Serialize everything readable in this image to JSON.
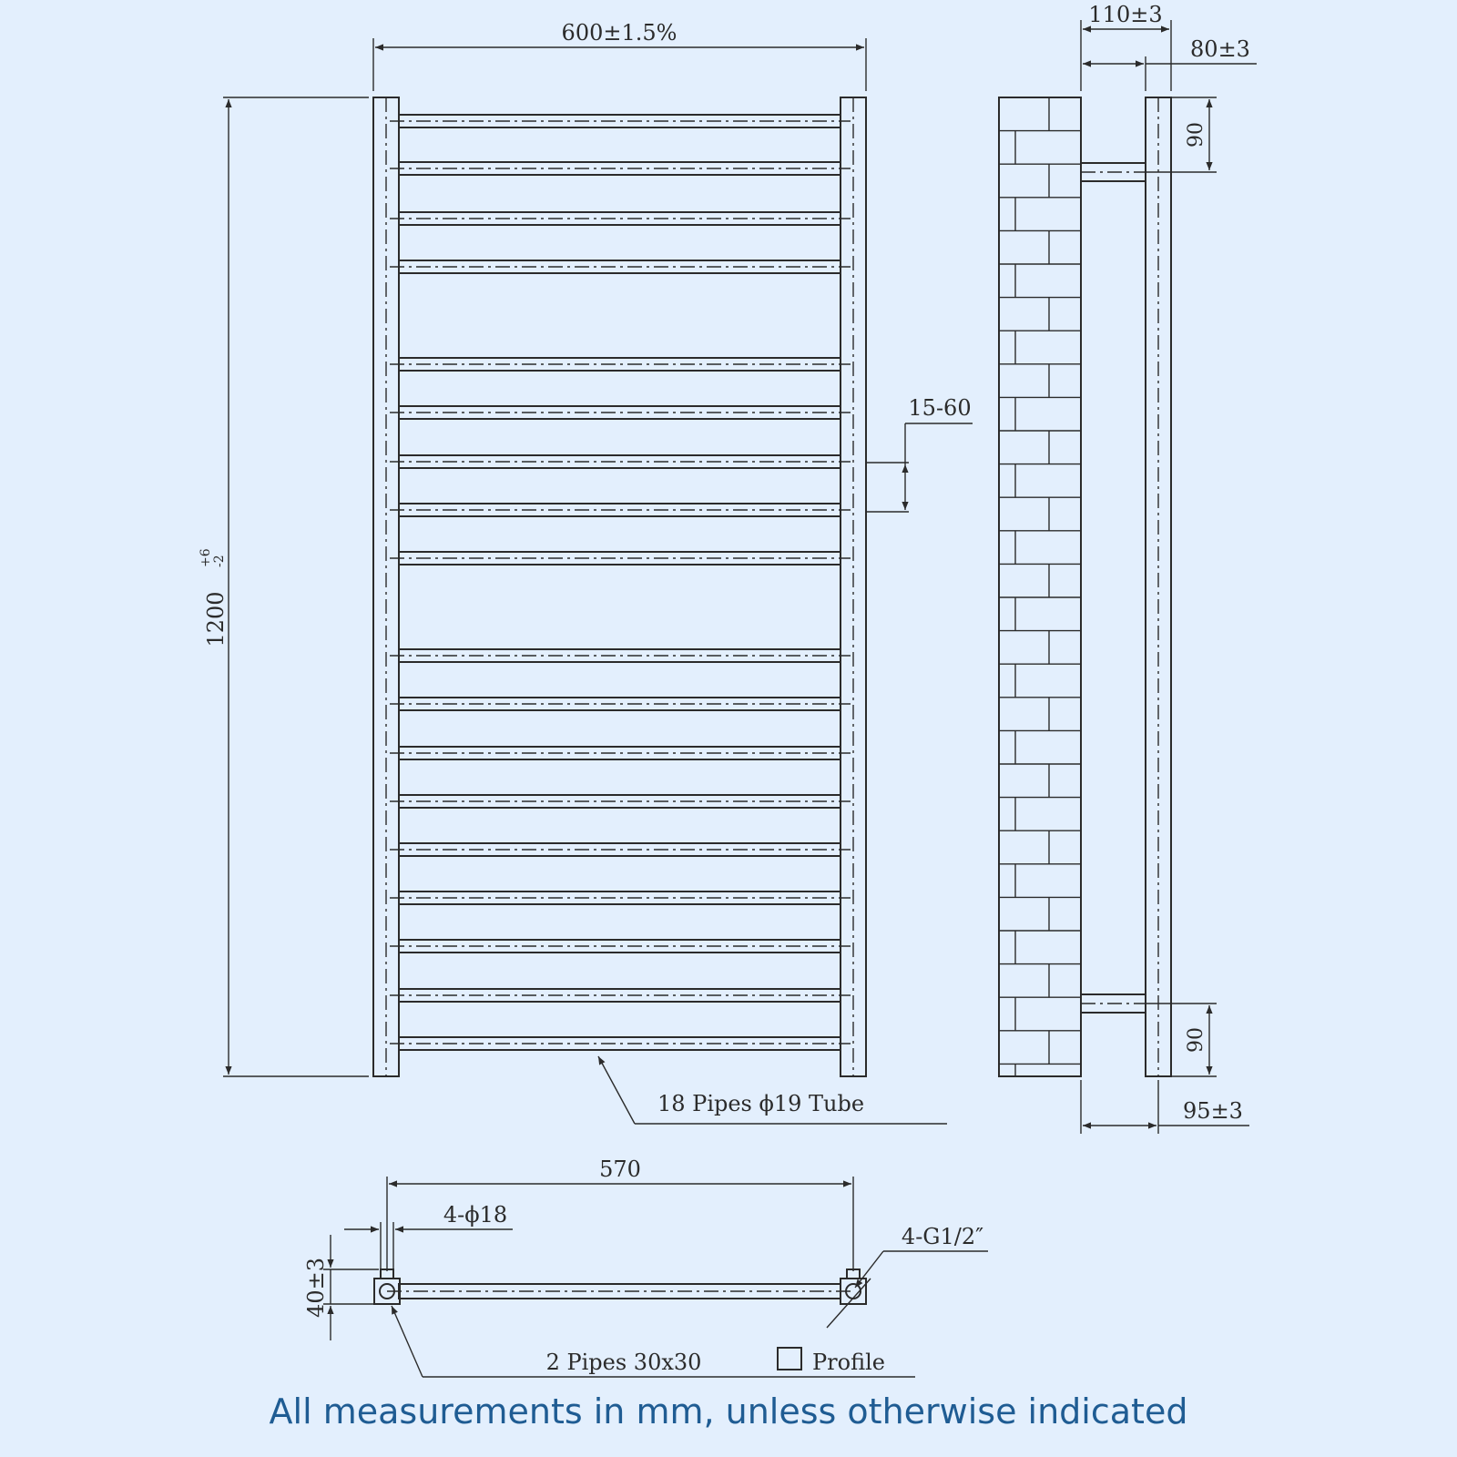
{
  "front_view": {
    "width": "600±1.5%",
    "height": "1200",
    "height_tol_upper": "+6",
    "height_tol_lower": "-2",
    "bar_spacing": "15-60",
    "pipes_label": "18 Pipes ϕ19 Tube",
    "bar_count": 18
  },
  "side_view": {
    "depth_overall": "110±3",
    "depth_to_rail": "80±3",
    "bracket_top_offset": "90",
    "bracket_bottom_offset": "90",
    "depth_base": "95±3"
  },
  "bottom_view": {
    "centres": "570",
    "hole_label": "4-ϕ18",
    "height": "40±3",
    "thread_label": "4-G1/2″",
    "pipes_label": "2 Pipes 30x30",
    "profile_label": "Profile"
  },
  "footer": "All measurements in mm, unless otherwise indicated"
}
